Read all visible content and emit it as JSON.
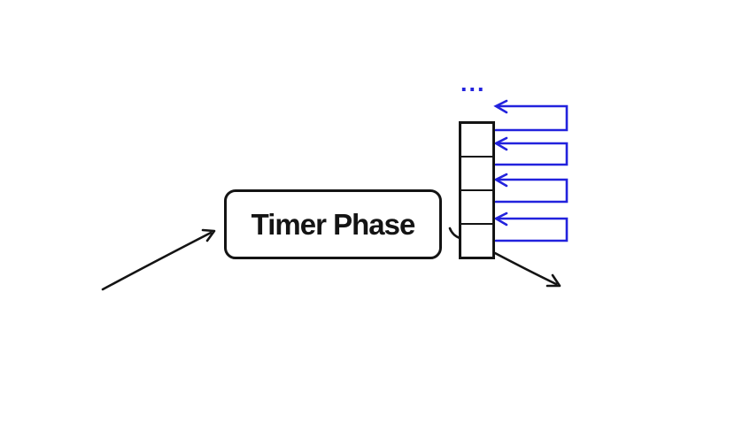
{
  "diagram": {
    "phase_node": {
      "label": "Timer Phase"
    },
    "callback_queue": {
      "cell_count": 4,
      "overflow_indicator": "...",
      "loop_arrow_count": 4
    },
    "colors": {
      "callback_blue": "#2222dd",
      "ink_black": "#141414"
    }
  }
}
